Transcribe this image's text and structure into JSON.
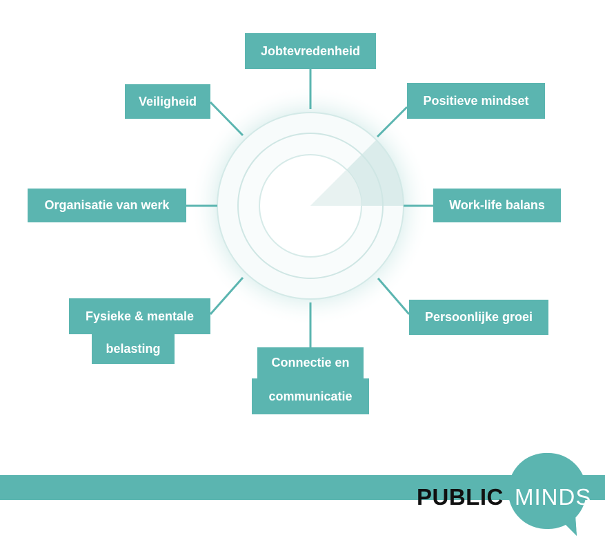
{
  "diagram": {
    "nodes": [
      {
        "id": "top",
        "label": "Jobtevredenheid"
      },
      {
        "id": "top-left",
        "label": "Veiligheid"
      },
      {
        "id": "top-right",
        "label": "Positieve mindset"
      },
      {
        "id": "left",
        "label": "Organisatie van werk"
      },
      {
        "id": "right",
        "label": "Work-life balans"
      },
      {
        "id": "bottom-left",
        "label_line1": "Fysieke & mentale",
        "label_line2": "belasting"
      },
      {
        "id": "bottom-right",
        "label": "Persoonlijke groei"
      },
      {
        "id": "bottom",
        "label_line1": "Connectie en",
        "label_line2": "communicatie"
      }
    ],
    "accent_color": "#5bb5b0"
  },
  "footer": {
    "logo_bold": "PUBLIC",
    "logo_light": "MINDS"
  }
}
